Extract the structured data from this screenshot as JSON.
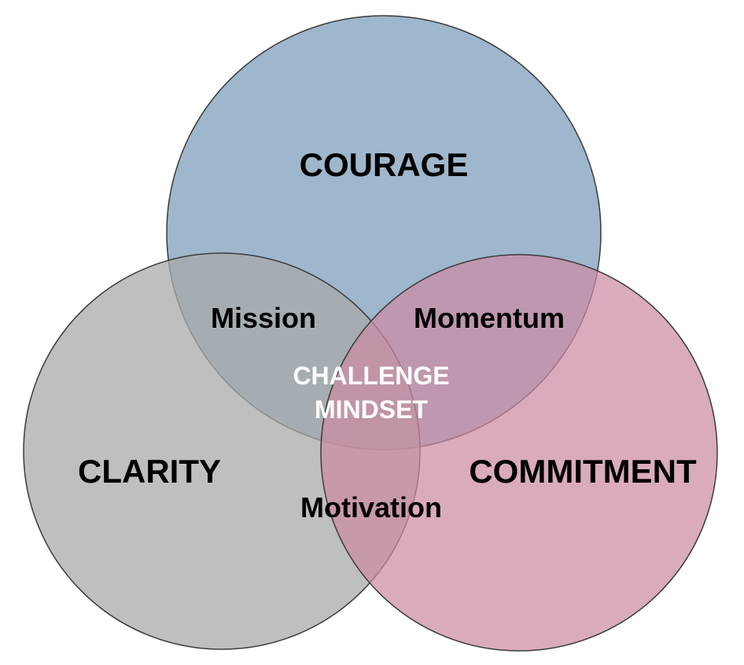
{
  "circles": {
    "courage": {
      "label": "COURAGE",
      "fill": "#7f9fbb"
    },
    "clarity": {
      "label": "CLARITY",
      "fill": "#a8aaa9"
    },
    "commitment": {
      "label": "COMMITMENT",
      "fill": "#cc8aa3"
    }
  },
  "overlaps": {
    "courage_clarity": "Mission",
    "courage_commitment": "Momentum",
    "clarity_commitment": "Motivation",
    "center_line1": "CHALLENGE",
    "center_line2": "MINDSET"
  },
  "colors": {
    "stroke": "#3a3a3a",
    "text": "#000000",
    "center_text": "#ffffff"
  }
}
